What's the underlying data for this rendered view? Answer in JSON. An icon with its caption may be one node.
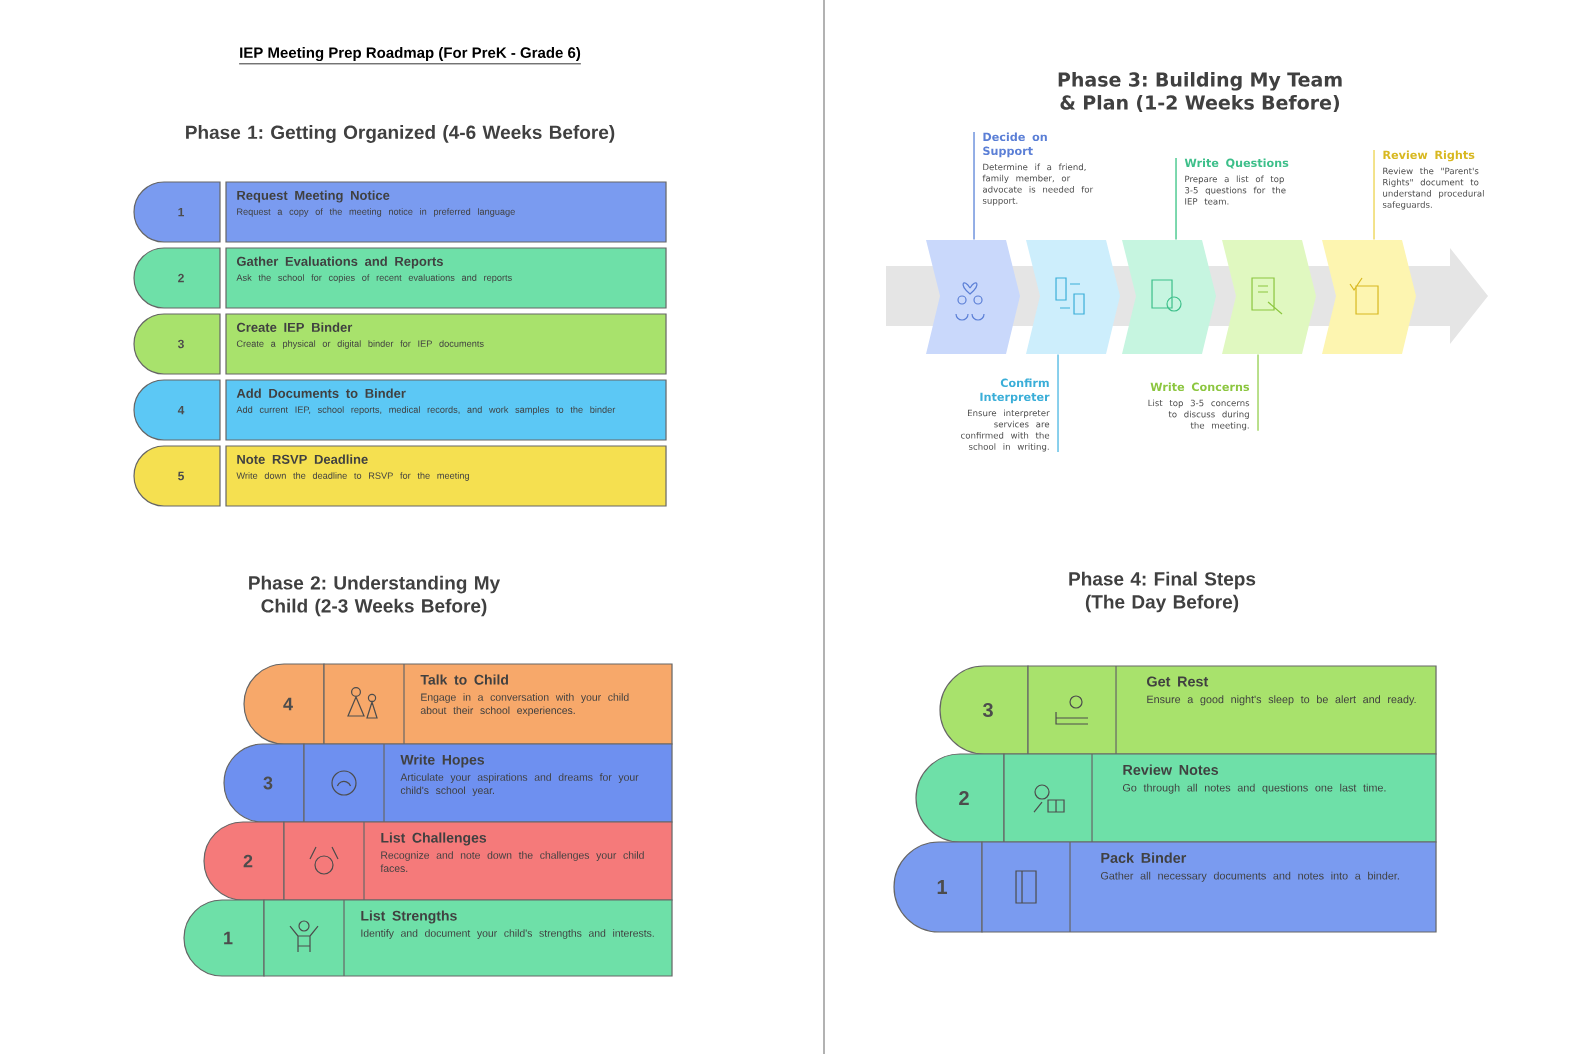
{
  "diagram": {
    "title": "IEP Meeting Prep Roadmap (For PreK - Grade 6)",
    "nodes": [
      {
        "text": [
          "1"
        ]
      },
      {
        "text": [
          "Request Meeting Notice",
          "Request a copy of the meeting notice in preferred language"
        ]
      },
      {
        "text": [
          "2"
        ]
      },
      {
        "text": [
          "Gather Evaluations and Reports",
          "Ask the school for copies of recent evaluations and reports"
        ]
      },
      {
        "text": [
          "3"
        ]
      },
      {
        "text": [
          "Create IEP Binder",
          "Create a physical or digital binder for IEP documents"
        ]
      },
      {
        "text": [
          "4"
        ]
      },
      {
        "text": [
          "Add Documents to Binder",
          "Add current IEP, school reports, medical records, and work samples to the binder"
        ]
      },
      {
        "text": [
          "5"
        ]
      },
      {
        "text": [
          "Note RSVP Deadline",
          "Write down the deadline to RSVP for the meeting"
        ]
      },
      {
        "text": [
          "4"
        ]
      },
      {
        "text": [
          "Talk to Child",
          "Engage in a conversation with your child about their school experiences."
        ]
      },
      {
        "text": [
          "3"
        ]
      },
      {
        "text": [
          "Write Hopes",
          "Articulate your aspirations and dreams for your child's school year."
        ]
      },
      {
        "text": [
          "2"
        ]
      },
      {
        "text": [
          "List Challenges",
          "Recognize and note down the challenges your child faces."
        ]
      },
      {
        "text": [
          "1"
        ]
      },
      {
        "text": [
          "List Strengths",
          "Identify and document your child's strengths and interests."
        ]
      },
      {
        "text": [
          "Decide on Support",
          "Determine if a friend, family member, or advocate is needed for support."
        ]
      },
      {
        "text": [
          "Write Questions",
          "Prepare a list of top 3-5 questions for the IEP team."
        ]
      },
      {
        "text": [
          "Review Rights",
          "Review the \"Parent's Rights\" document to understand procedural safeguards."
        ]
      },
      {
        "text": [],
        "shape": "box"
      },
      {
        "text": [],
        "shape": "box"
      },
      {
        "text": [],
        "shape": "box"
      },
      {
        "text": [],
        "shape": "box"
      },
      {
        "text": [],
        "shape": "box"
      },
      {
        "text": [
          "Confirm Interpreter",
          "Ensure interpreter services are confirmed with the school in writing."
        ]
      },
      {
        "text": [
          "Write Concerns",
          "List top 3-5 concerns to discuss during the meeting."
        ]
      },
      {
        "text": [
          "3"
        ]
      },
      {
        "text": [
          "Get Rest",
          "Ensure a good night's sleep to be alert and ready."
        ]
      },
      {
        "text": [
          "2"
        ]
      },
      {
        "text": [
          "Review Notes",
          "Go through all notes and questions one last time."
        ]
      },
      {
        "text": [
          "1"
        ]
      },
      {
        "text": [
          "Pack Binder",
          "Gather all necessary documents and notes into a binder."
        ]
      }
    ],
    "edges": [
      {
        "from": 18,
        "to": 21,
        "arrow": "none",
        "color": "#7a9be0"
      },
      {
        "from": 26,
        "to": 22,
        "arrow": "none",
        "color": "#6cc4e8"
      },
      {
        "from": 19,
        "to": 23,
        "arrow": "none",
        "color": "#5ccf9a"
      },
      {
        "from": 27,
        "to": 24,
        "arrow": "none",
        "color": "#a8d870"
      },
      {
        "from": 20,
        "to": 25,
        "arrow": "none",
        "color": "#f0dc70"
      }
    ],
    "labels": [
      "Phase 1: Getting Organized (4-6 Weeks Before)",
      "Phase 2: Understanding My Child (2-3 Weeks Before)",
      "Phase 3: Building My Team & Plan (1-2 Weeks Before)",
      "Phase 4: Final Steps (The Day Before)"
    ]
  }
}
